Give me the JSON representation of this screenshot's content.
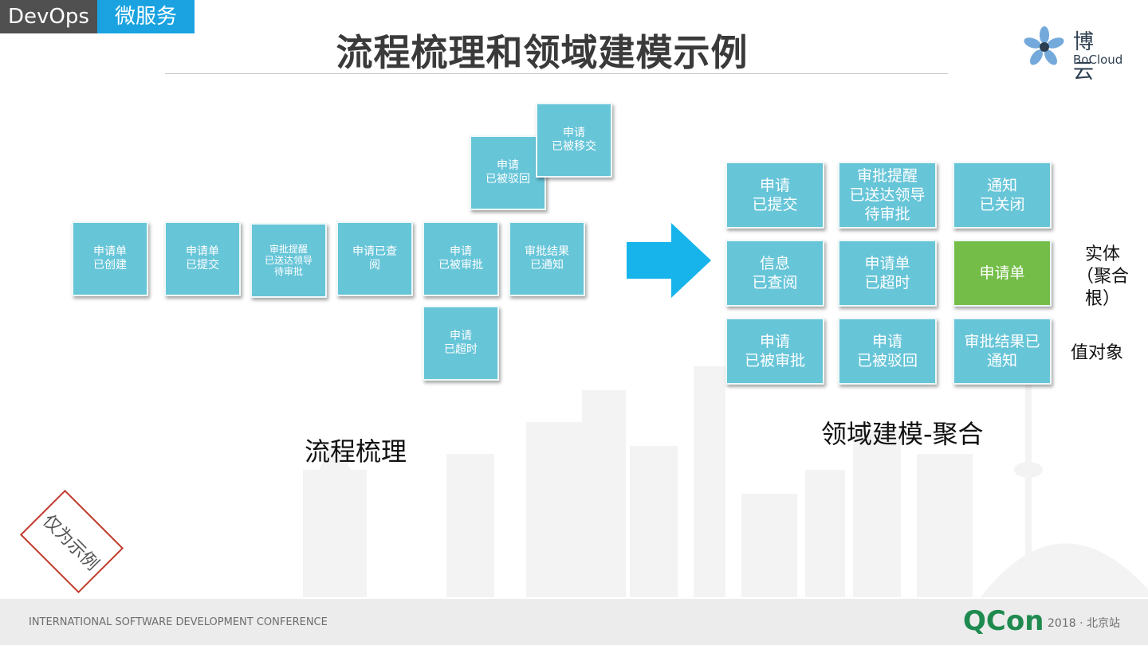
{
  "header": {
    "tag_primary": "DevOps",
    "tag_secondary": "微服务",
    "title": "流程梳理和领域建模示例"
  },
  "logo": {
    "name_cn": "博 云",
    "name_en": "BoCloud"
  },
  "flow": {
    "caption": "流程梳理",
    "boxes": {
      "created": "申请单\n已创建",
      "submitted": "申请单\n已提交",
      "reminder": "审批提醒\n已送达领导\n待审批",
      "viewed": "申请已查\n阅",
      "approved": "申请\n已被审批",
      "notified": "审批结果\n已通知",
      "rejected": "申请\n已被驳回",
      "transferred": "申请\n已被移交",
      "timeout": "申请\n已超时"
    }
  },
  "domain": {
    "caption": "领域建模-聚合",
    "grid": [
      "申请\n已提交",
      "审批提醒\n已送达领导\n待审批",
      "通知\n已关闭",
      "信息\n已查阅",
      "申请单\n已超时",
      "申请单",
      "申请\n已被审批",
      "申请\n已被驳回",
      "审批结果已\n通知"
    ],
    "entity_label": "实体\n（聚合\n根）",
    "value_label": "值对象"
  },
  "stamp": "仅为示例",
  "footer": {
    "conference": "INTERNATIONAL SOFTWARE DEVELOPMENT CONFERENCE",
    "brand": "QCon",
    "edition": "2018 · 北京站"
  },
  "colors": {
    "box": "#67c5d8",
    "entity": "#74bd48",
    "arrow": "#16b4ea",
    "tag_primary": "#505050",
    "tag_secondary": "#1aa3e0"
  }
}
